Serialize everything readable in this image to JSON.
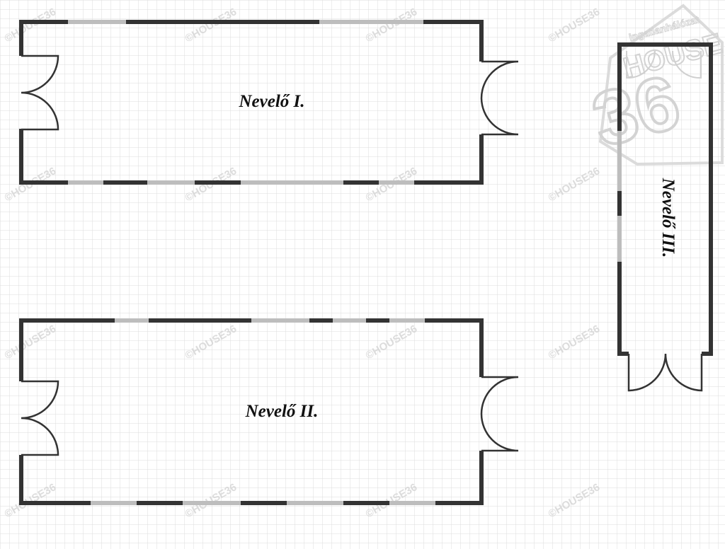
{
  "rooms": [
    {
      "id": "nevelo-1",
      "label": "Nevelő I."
    },
    {
      "id": "nevelo-2",
      "label": "Nevelő II."
    },
    {
      "id": "nevelo-3",
      "label": "Nevelő III."
    }
  ],
  "watermark": {
    "text": "©HOUSE36"
  },
  "logo": {
    "tagline": "ingatlanhálózat",
    "brand": "HOUSE",
    "number": "36"
  },
  "colors": {
    "wall": "#333333",
    "window": "#bdbdbd",
    "grid": "#dcdcdc",
    "watermark": "#d6d6d6"
  }
}
